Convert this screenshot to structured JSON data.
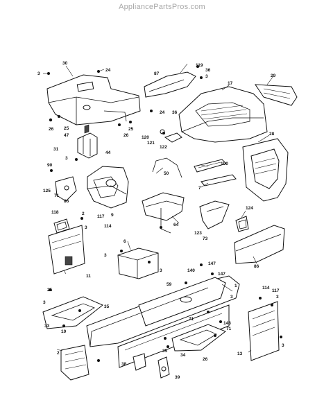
{
  "watermark": "AppliancePartsPros.com",
  "callouts": [
    {
      "id": "c30",
      "text": "30"
    },
    {
      "id": "c3a",
      "text": "3"
    },
    {
      "id": "c24a",
      "text": "24"
    },
    {
      "id": "c26a",
      "text": "26"
    },
    {
      "id": "c25",
      "text": "25"
    },
    {
      "id": "c47",
      "text": "47"
    },
    {
      "id": "c26b",
      "text": "26"
    },
    {
      "id": "c25b",
      "text": "25"
    },
    {
      "id": "c31",
      "text": "31"
    },
    {
      "id": "c44",
      "text": "44"
    },
    {
      "id": "c3b",
      "text": "3"
    },
    {
      "id": "c87",
      "text": "87"
    },
    {
      "id": "c119",
      "text": "119"
    },
    {
      "id": "c36a",
      "text": "36"
    },
    {
      "id": "c3c",
      "text": "3"
    },
    {
      "id": "c24b",
      "text": "24"
    },
    {
      "id": "c36b",
      "text": "36"
    },
    {
      "id": "c29",
      "text": "29"
    },
    {
      "id": "c17",
      "text": "17"
    },
    {
      "id": "c120",
      "text": "120"
    },
    {
      "id": "c121",
      "text": "121"
    },
    {
      "id": "c122",
      "text": "122"
    },
    {
      "id": "c28",
      "text": "28"
    },
    {
      "id": "c90",
      "text": "90"
    },
    {
      "id": "c125",
      "text": "125"
    },
    {
      "id": "c71a",
      "text": "71"
    },
    {
      "id": "c86",
      "text": "86"
    },
    {
      "id": "c9",
      "text": "9"
    },
    {
      "id": "c50",
      "text": "50"
    },
    {
      "id": "c100",
      "text": "100"
    },
    {
      "id": "c7",
      "text": "7"
    },
    {
      "id": "c118",
      "text": "118"
    },
    {
      "id": "c2a",
      "text": "2"
    },
    {
      "id": "c117a",
      "text": "117"
    },
    {
      "id": "c114a",
      "text": "114"
    },
    {
      "id": "c3d",
      "text": "3"
    },
    {
      "id": "c64",
      "text": "64"
    },
    {
      "id": "c123",
      "text": "123"
    },
    {
      "id": "c73",
      "text": "73"
    },
    {
      "id": "c124",
      "text": "124"
    },
    {
      "id": "c86b",
      "text": "86"
    },
    {
      "id": "c11",
      "text": "11"
    },
    {
      "id": "c3e",
      "text": "3"
    },
    {
      "id": "c6",
      "text": "6"
    },
    {
      "id": "c3f",
      "text": "3"
    },
    {
      "id": "c147a",
      "text": "147"
    },
    {
      "id": "c140",
      "text": "140"
    },
    {
      "id": "c147b",
      "text": "147"
    },
    {
      "id": "c1",
      "text": "1"
    },
    {
      "id": "c59",
      "text": "59"
    },
    {
      "id": "c25c",
      "text": "25"
    },
    {
      "id": "c3g",
      "text": "3"
    },
    {
      "id": "c35a",
      "text": "35"
    },
    {
      "id": "c33",
      "text": "33"
    },
    {
      "id": "c10",
      "text": "10"
    },
    {
      "id": "c71b",
      "text": "71"
    },
    {
      "id": "c3h",
      "text": "3"
    },
    {
      "id": "c114b",
      "text": "114"
    },
    {
      "id": "c117b",
      "text": "117"
    },
    {
      "id": "c3i",
      "text": "3"
    },
    {
      "id": "c143",
      "text": "143"
    },
    {
      "id": "c71c",
      "text": "71"
    },
    {
      "id": "c2b",
      "text": "2"
    },
    {
      "id": "c35b",
      "text": "35"
    },
    {
      "id": "c34",
      "text": "34"
    },
    {
      "id": "c26c",
      "text": "26"
    },
    {
      "id": "c38",
      "text": "38"
    },
    {
      "id": "c39",
      "text": "39"
    },
    {
      "id": "c13",
      "text": "13"
    },
    {
      "id": "c3j",
      "text": "3"
    }
  ]
}
